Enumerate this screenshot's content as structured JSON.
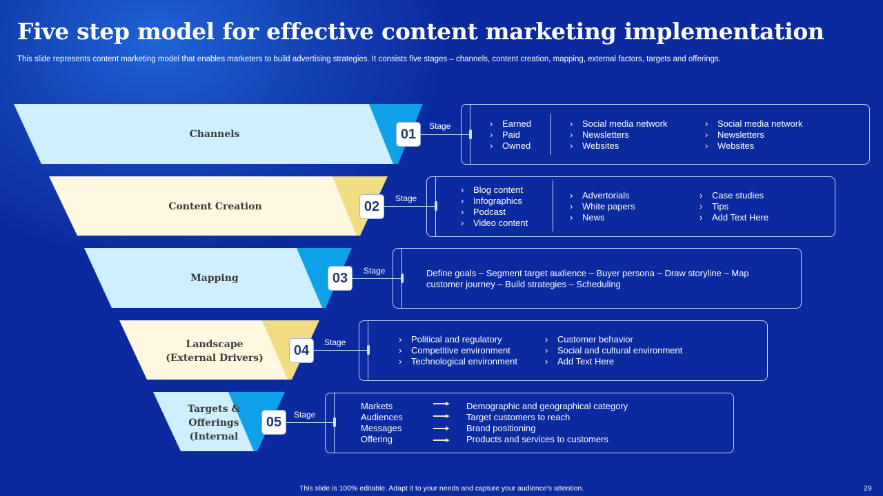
{
  "slide": {
    "title": "Five step model for effective content marketing implementation",
    "subtitle": "This slide represents content marketing model that enables marketers to build advertising strategies. It consists five stages – channels, content creation, mapping, external factors, targets and offerings.",
    "footer": "This slide is 100% editable.  Adapt it to your needs and capture your audience's attention.",
    "page_number": "29"
  },
  "colors": {
    "background": "#0b2aa0",
    "light_blue": "#cfeeff",
    "accent_blue": "#0ea0e8",
    "light_cream": "#fff8e0",
    "accent_gold": "#f0dc82",
    "border": "#c7d4ff"
  },
  "stage_word": "Stage",
  "stages": [
    {
      "number": "01",
      "label": "Channels",
      "columns": [
        [
          "Earned",
          "Paid",
          "Owned"
        ],
        [
          "Social media network",
          "Newsletters",
          "Websites"
        ],
        [
          "Social media network",
          "Newsletters",
          "Websites"
        ]
      ]
    },
    {
      "number": "02",
      "label": "Content Creation",
      "columns": [
        [
          "Blog content",
          "Infographics",
          "Podcast",
          "Video content"
        ],
        [
          "Advertorials",
          "White papers",
          "News"
        ],
        [
          "Case studies",
          "Tips",
          "Add Text Here"
        ]
      ]
    },
    {
      "number": "03",
      "label": "Mapping",
      "text": "Define goals – Segment target audience  – Buyer persona  – Draw storyline – Map customer journey – Build strategies – Scheduling"
    },
    {
      "number": "04",
      "label_line1": "Landscape",
      "label_line2": "(External Drivers)",
      "columns": [
        [
          "Political and regulatory",
          "Competitive  environment",
          "Technological  environment"
        ],
        [
          "Customer behavior",
          "Social and cultural environment",
          "Add Text Here"
        ]
      ]
    },
    {
      "number": "05",
      "label_line1": "Targets &",
      "label_line2": "Offerings",
      "label_line3": "(Internal",
      "rows": [
        {
          "left": "Markets",
          "right": "Demographic  and geographical  category"
        },
        {
          "left": "Audiences",
          "right": "Target  customers to reach"
        },
        {
          "left": "Messages",
          "right": "Brand positioning"
        },
        {
          "left": "Offering",
          "right": "Products and services to customers"
        }
      ]
    }
  ],
  "chevron": "›"
}
